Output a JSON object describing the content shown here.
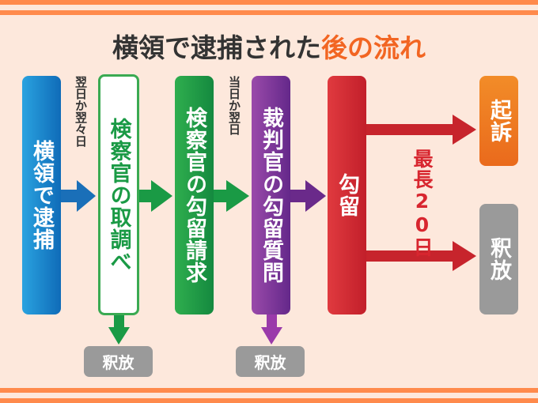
{
  "title": {
    "main": "横領で逮捕された",
    "accent": "後の流れ"
  },
  "steps": [
    "横領で逮捕",
    "検察官の取調べ",
    "検察官の勾留請求",
    "裁判官の勾留質問",
    "勾留"
  ],
  "notes": [
    "翌日か翌々日",
    "当日か翌日"
  ],
  "max_period": "最長20日",
  "outcomes": {
    "indict": "起訴",
    "release": "釈放"
  },
  "release_labels": [
    "釈放",
    "釈放"
  ],
  "colors": {
    "blue": "#1a7cc9",
    "green": "#1a9a45",
    "purple": "#7a3596",
    "red": "#d8262f",
    "orange": "#f07b22",
    "gray": "#9a9a9a",
    "accent": "#f26522"
  }
}
